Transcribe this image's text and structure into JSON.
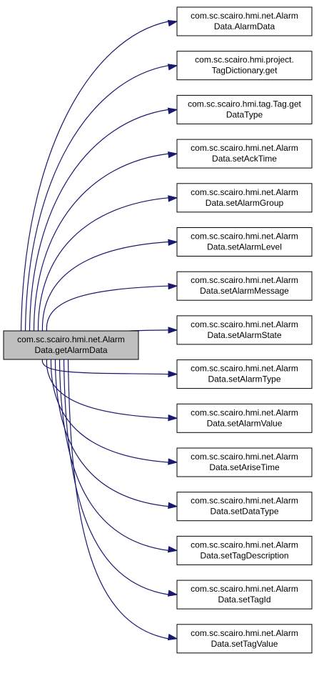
{
  "graph": {
    "edge_color": "#191970",
    "source_fill": "#bfbfbf",
    "target_fill": "#ffffff",
    "source": {
      "line1": "com.sc.scairo.hmi.net.Alarm",
      "line2": "Data.getAlarmData"
    },
    "targets": [
      {
        "line1": "com.sc.scairo.hmi.net.Alarm",
        "line2": "Data.AlarmData"
      },
      {
        "line1": "com.sc.scairo.hmi.project.",
        "line2": "TagDictionary.get"
      },
      {
        "line1": "com.sc.scairo.hmi.tag.Tag.get",
        "line2": "DataType"
      },
      {
        "line1": "com.sc.scairo.hmi.net.Alarm",
        "line2": "Data.setAckTime"
      },
      {
        "line1": "com.sc.scairo.hmi.net.Alarm",
        "line2": "Data.setAlarmGroup"
      },
      {
        "line1": "com.sc.scairo.hmi.net.Alarm",
        "line2": "Data.setAlarmLevel"
      },
      {
        "line1": "com.sc.scairo.hmi.net.Alarm",
        "line2": "Data.setAlarmMessage"
      },
      {
        "line1": "com.sc.scairo.hmi.net.Alarm",
        "line2": "Data.setAlarmState"
      },
      {
        "line1": "com.sc.scairo.hmi.net.Alarm",
        "line2": "Data.setAlarmType"
      },
      {
        "line1": "com.sc.scairo.hmi.net.Alarm",
        "line2": "Data.setAlarmValue"
      },
      {
        "line1": "com.sc.scairo.hmi.net.Alarm",
        "line2": "Data.setAriseTime"
      },
      {
        "line1": "com.sc.scairo.hmi.net.Alarm",
        "line2": "Data.setDataType"
      },
      {
        "line1": "com.sc.scairo.hmi.net.Alarm",
        "line2": "Data.setTagDescription"
      },
      {
        "line1": "com.sc.scairo.hmi.net.Alarm",
        "line2": "Data.setTagId"
      },
      {
        "line1": "com.sc.scairo.hmi.net.Alarm",
        "line2": "Data.setTagValue"
      }
    ]
  }
}
